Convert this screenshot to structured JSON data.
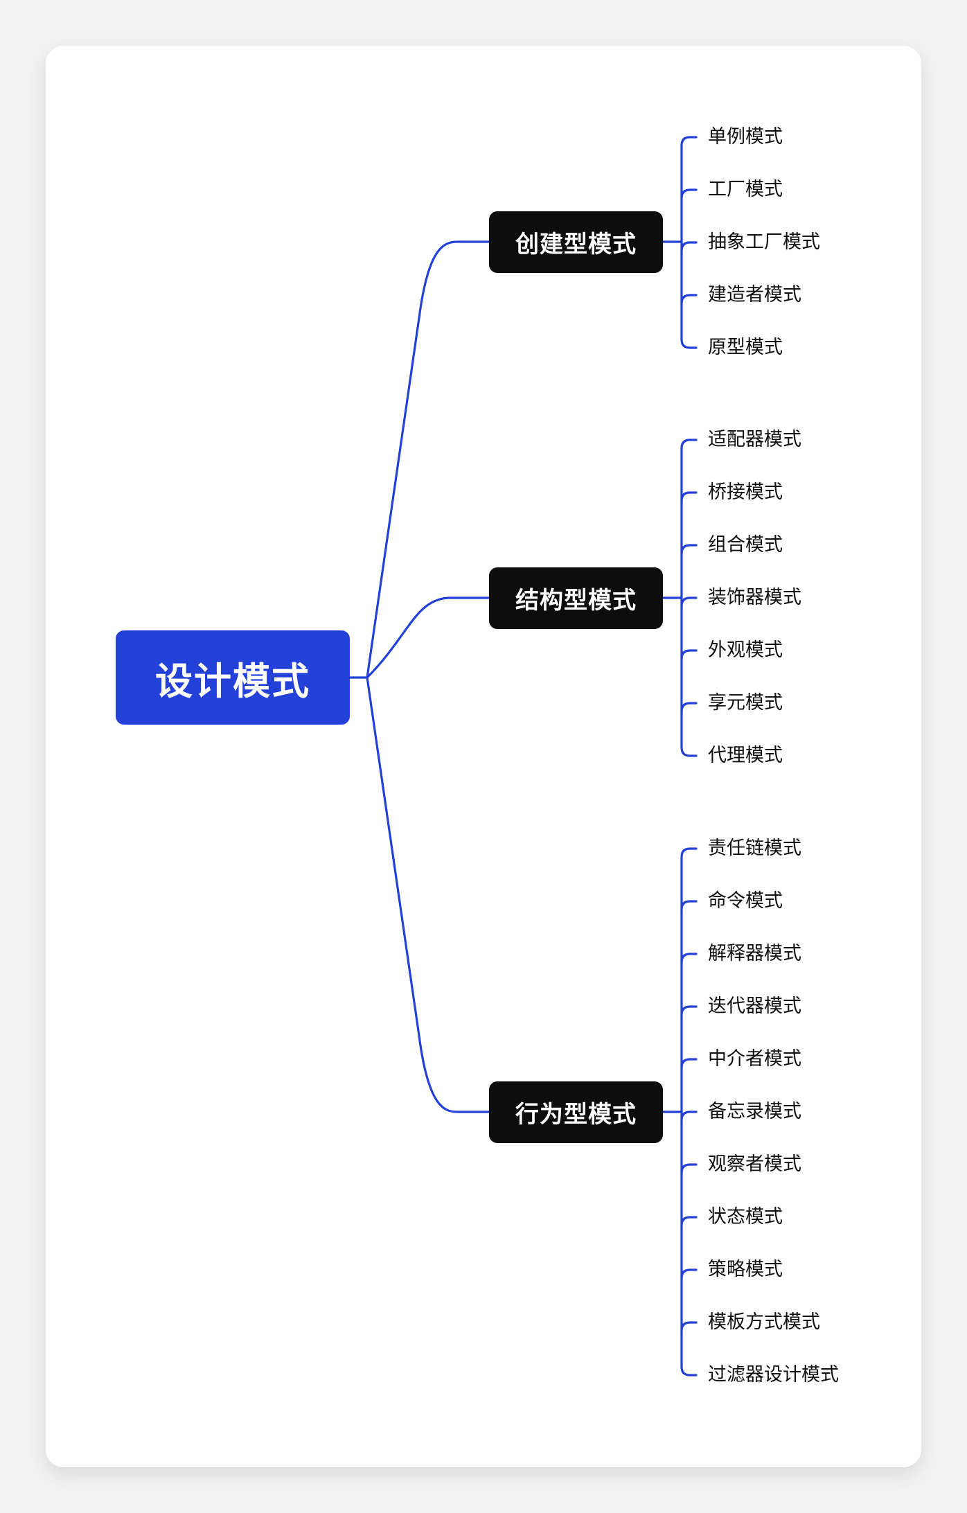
{
  "colors": {
    "root_bg": "#2340d8",
    "branch_bg": "#0d0d0d",
    "line": "#2340d8",
    "card_bg": "#ffffff",
    "page_bg": "#f2f2f2"
  },
  "root": {
    "label": "设计模式"
  },
  "branches": [
    {
      "label": "创建型模式",
      "children": [
        "单例模式",
        "工厂模式",
        "抽象工厂模式",
        "建造者模式",
        "原型模式"
      ]
    },
    {
      "label": "结构型模式",
      "children": [
        "适配器模式",
        "桥接模式",
        "组合模式",
        "装饰器模式",
        "外观模式",
        "享元模式",
        "代理模式"
      ]
    },
    {
      "label": "行为型模式",
      "children": [
        "责任链模式",
        "命令模式",
        "解释器模式",
        "迭代器模式",
        "中介者模式",
        "备忘录模式",
        "观察者模式",
        "状态模式",
        "策略模式",
        "模板方式模式",
        "过滤器设计模式"
      ]
    }
  ]
}
